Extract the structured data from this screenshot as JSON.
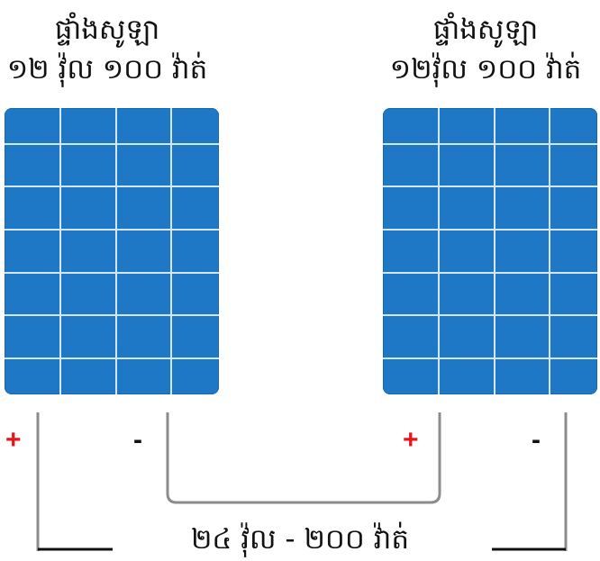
{
  "panels": [
    {
      "name": "ផ្ទាំងសូឡា",
      "spec": "១២ វ៉ុល ១០០ វ៉ាត់"
    },
    {
      "name": "ផ្ទាំងសូឡា",
      "spec": "១២វ៉ុល ១០០ វ៉ាត់"
    }
  ],
  "terminals": {
    "plus": "+",
    "minus": "-"
  },
  "total": "២៤ វ៉ុល - ២០០ វ៉ាត់",
  "colors": {
    "panel": "#1f78c6",
    "grid": "#e9f3ff",
    "plus": "#e8141b",
    "minus": "#111111",
    "wire": "#8c8c8c"
  }
}
